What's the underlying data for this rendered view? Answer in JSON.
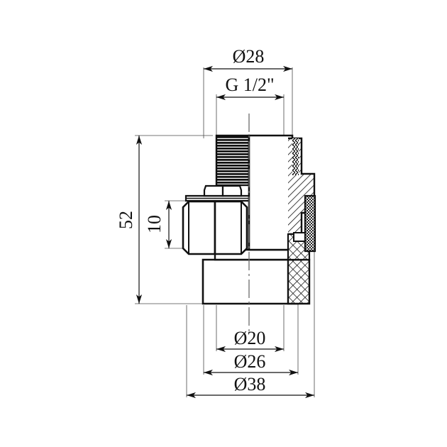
{
  "drawing": {
    "title": "Pipe union fitting sectional drawing",
    "background_color": "#ffffff",
    "line_color": "#111111",
    "units": "mm"
  },
  "dimensions": {
    "outer_diameter_top": "Ø28",
    "thread_designation": "G 1/2\"",
    "total_height": "52",
    "hex_height": "10",
    "bore_diameter": "Ø20",
    "mid_diameter": "Ø26",
    "outer_diameter_bottom": "Ø38"
  },
  "annotations": [
    {
      "id": "dim-d28",
      "label": "Ø28",
      "orientation": "horizontal",
      "position": "top"
    },
    {
      "id": "dim-g12",
      "label": "G 1/2\"",
      "orientation": "horizontal",
      "position": "top"
    },
    {
      "id": "dim-52",
      "label": "52",
      "orientation": "vertical",
      "position": "left"
    },
    {
      "id": "dim-10",
      "label": "10",
      "orientation": "vertical",
      "position": "left"
    },
    {
      "id": "dim-d20",
      "label": "Ø20",
      "orientation": "horizontal",
      "position": "bottom"
    },
    {
      "id": "dim-d26",
      "label": "Ø26",
      "orientation": "horizontal",
      "position": "bottom"
    },
    {
      "id": "dim-d38",
      "label": "Ø38",
      "orientation": "horizontal",
      "position": "bottom"
    }
  ],
  "features": [
    {
      "id": "male-thread",
      "name": "male-thread-section"
    },
    {
      "id": "hex-nut",
      "name": "hexagonal-nut"
    },
    {
      "id": "washer",
      "name": "sealing-washer"
    },
    {
      "id": "body-hatch",
      "name": "section-hatch-45"
    },
    {
      "id": "socket-crosshatch",
      "name": "cross-hatch-region"
    },
    {
      "id": "oring",
      "name": "stippled-seal-band"
    },
    {
      "id": "centerline",
      "name": "axis-centerline"
    }
  ]
}
